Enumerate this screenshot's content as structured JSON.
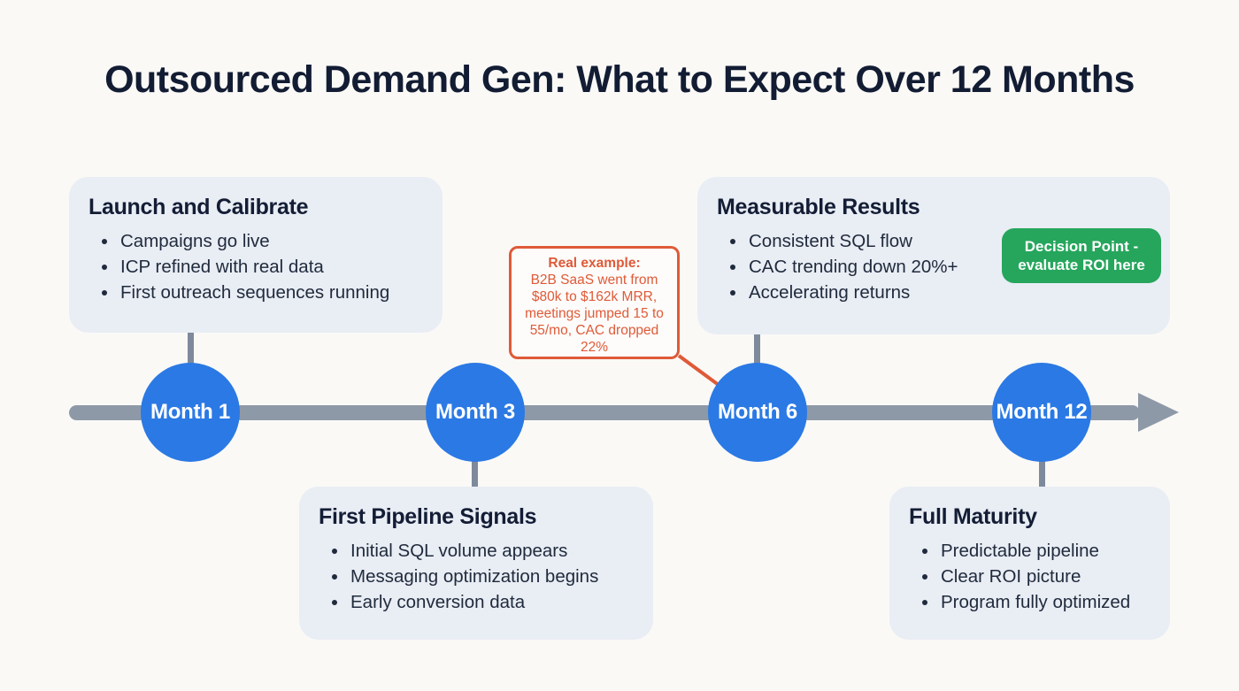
{
  "title": "Outsourced Demand Gen: What to Expect Over 12 Months",
  "colors": {
    "background": "#faf9f6",
    "card_background": "#e9edf4",
    "heading_navy": "#131d35",
    "body_text": "#1f2a3c",
    "timeline_gray": "#8e99a8",
    "connector_gray": "#7e8a9c",
    "node_blue": "#2b79e4",
    "callout_orange": "#df5a38",
    "badge_green": "#26a65c"
  },
  "timeline": {
    "milestones": [
      {
        "label": "Month 1"
      },
      {
        "label": "Month 3"
      },
      {
        "label": "Month 6"
      },
      {
        "label": "Month 12"
      }
    ]
  },
  "cards": [
    {
      "title": "Launch and Calibrate",
      "bullets": [
        "Campaigns go live",
        "ICP refined with real data",
        "First outreach sequences running"
      ]
    },
    {
      "title": "First Pipeline Signals",
      "bullets": [
        "Initial SQL volume appears",
        "Messaging optimization begins",
        "Early conversion data"
      ]
    },
    {
      "title": "Measurable Results",
      "bullets": [
        "Consistent SQL flow",
        "CAC trending down 20%+",
        "Accelerating returns"
      ],
      "badge": "Decision Point - evaluate ROI here"
    },
    {
      "title": "Full Maturity",
      "bullets": [
        "Predictable pipeline",
        "Clear ROI picture",
        "Program fully optimized"
      ]
    }
  ],
  "callout": {
    "heading": "Real example:",
    "body": "B2B SaaS went from $80k to $162k MRR, meetings jumped 15 to 55/mo, CAC dropped 22%"
  }
}
